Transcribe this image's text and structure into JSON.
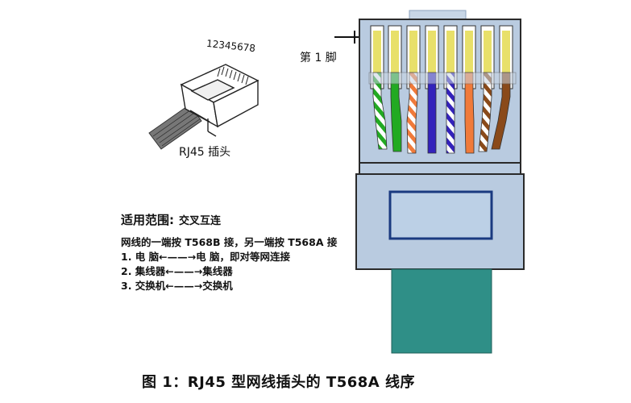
{
  "small_plug": {
    "pin_numbers": "12345678",
    "label": "RJ45 插头"
  },
  "usage": {
    "title": "适用范围:",
    "title_value": "交叉互连",
    "lines": [
      "网线的一端按 T568B 接，另一端按 T568A 接",
      "1. 电 脑←——→电 脑，即对等网连接",
      "2. 集线器←——→集线器",
      "3. 交换机←——→交换机"
    ]
  },
  "pin_label": "第 1 脚",
  "caption": "图 1：RJ45 型网线插头的 T568A 线序",
  "wire_colors": [
    "white-green",
    "green",
    "white-orange",
    "blue",
    "white-blue",
    "orange",
    "white-brown",
    "brown"
  ],
  "colors": {
    "plug_body": "#b9cbe0",
    "plug_outline": "#1a3a80",
    "cable": "#2f8f87",
    "contact_gold": "#e8e06a"
  }
}
